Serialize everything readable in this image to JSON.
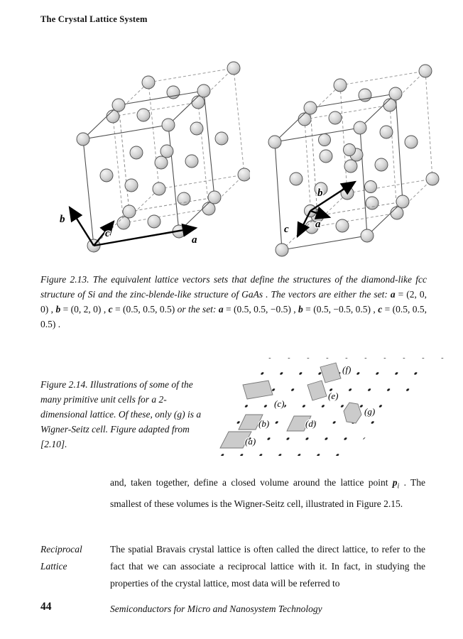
{
  "page": {
    "header": "The Crystal Lattice System",
    "page_number": "44",
    "footer_title": "Semiconductors for Micro and Nanosystem Technology"
  },
  "fig213": {
    "left_labels": {
      "a": "a",
      "b": "b",
      "c": "c"
    },
    "right_labels": {
      "a": "a",
      "b": "b",
      "c": "c"
    },
    "caption": {
      "lead": "Figure 2.13. ",
      "s1": "The equivalent lattice vectors sets that define the structures of the diamond-like fcc structure of Si and the zinc-blende-like structure of ",
      "gaas": "GaAs",
      "s2": " . The vectors are either the set: ",
      "a1": "a",
      "eq1": " = (2, 0, 0) , ",
      "b1": "b",
      "eq2": " = (0, 2, 0) , ",
      "c1": "c",
      "eq3": " = (0.5, 0.5, 0.5) ",
      "s3": "or the set: ",
      "a2": "a",
      "eq4": " = (0.5, 0.5, −0.5) , ",
      "b2": "b",
      "eq5": " = (0.5, −0.5, 0.5) , ",
      "c2": "c",
      "eq6": " = (0.5, 0.5, 0.5) ."
    }
  },
  "fig214": {
    "caption": {
      "lead": "Figure 2.14. ",
      "body": "Illustrations of some of the many primitive unit cells for a 2-dimensional lattice. Of these, only (g) is a Wigner-Seitz cell. Figure adapted from [2.10]."
    },
    "labels": {
      "a": "(a)",
      "b": "(b)",
      "c": "(c)",
      "d": "(d)",
      "e": "(e)",
      "f": "(f)",
      "g": "(g)"
    }
  },
  "para1": {
    "s1": "and, taken together, define a closed volume around the lattice point ",
    "p": "p",
    "sub": "i",
    "s2": " . The smallest of these volumes is the Wigner-Seitz cell, illustrated in Figure 2.15."
  },
  "margin_label": {
    "line1": "Reciprocal",
    "line2": "Lattice"
  },
  "para2": "The spatial Bravais crystal lattice is often called the direct lattice, to refer to the fact that we can associate a reciprocal lattice with it. In fact, in studying the properties of the crystal lattice, most data will be referred to"
}
